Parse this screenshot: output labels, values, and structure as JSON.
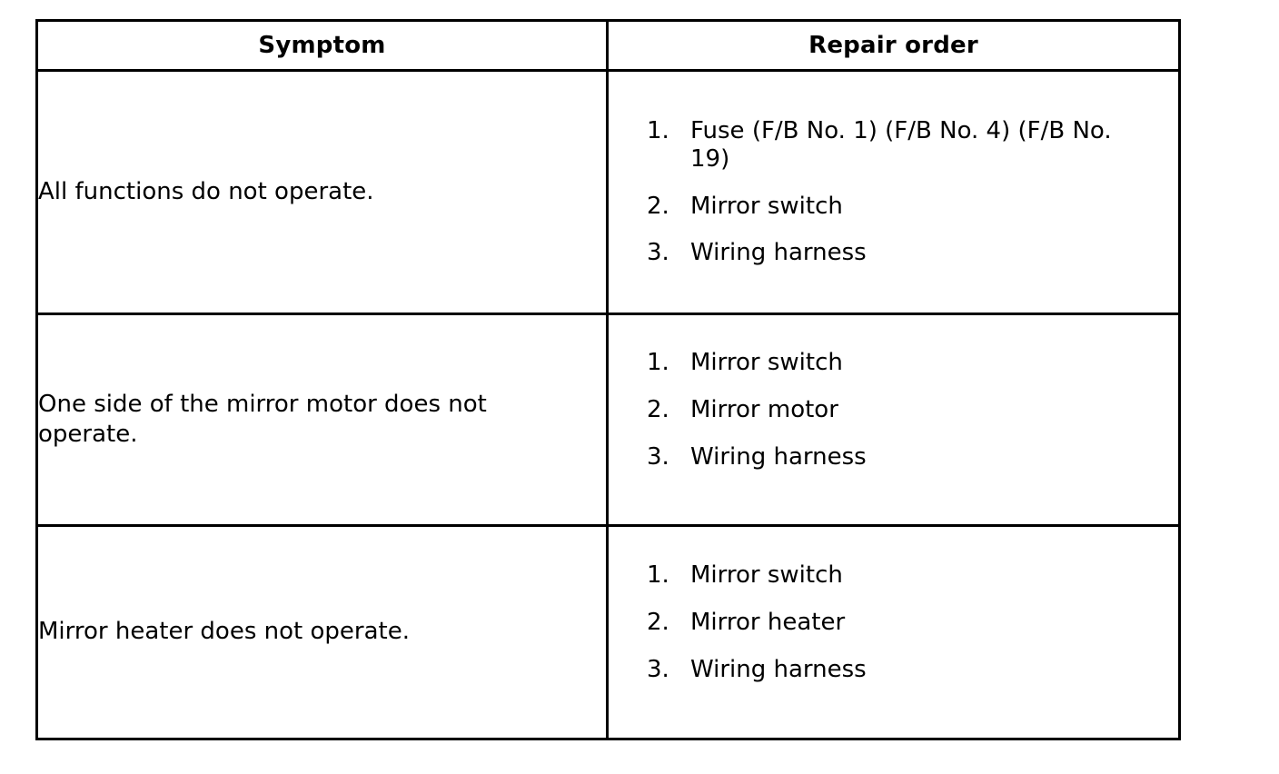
{
  "table": {
    "headers": {
      "symptom": "Symptom",
      "repair_order": "Repair order"
    },
    "rows": [
      {
        "symptom": "All functions do not operate.",
        "repair_order": [
          {
            "num": "1.",
            "text": "Fuse (F/B No. 1) (F/B No. 4) (F/B No. 19)"
          },
          {
            "num": "2.",
            "text": "Mirror switch"
          },
          {
            "num": "3.",
            "text": "Wiring harness"
          }
        ]
      },
      {
        "symptom": "One side of the mirror motor does not operate.",
        "repair_order": [
          {
            "num": "1.",
            "text": "Mirror switch"
          },
          {
            "num": "2.",
            "text": "Mirror motor"
          },
          {
            "num": "3.",
            "text": "Wiring harness"
          }
        ]
      },
      {
        "symptom": "Mirror heater does not operate.",
        "repair_order": [
          {
            "num": "1.",
            "text": "Mirror switch"
          },
          {
            "num": "2.",
            "text": "Mirror heater"
          },
          {
            "num": "3.",
            "text": "Wiring harness"
          }
        ]
      }
    ]
  },
  "colors": {
    "border": "#000000",
    "text": "#000000",
    "background": "#ffffff"
  }
}
